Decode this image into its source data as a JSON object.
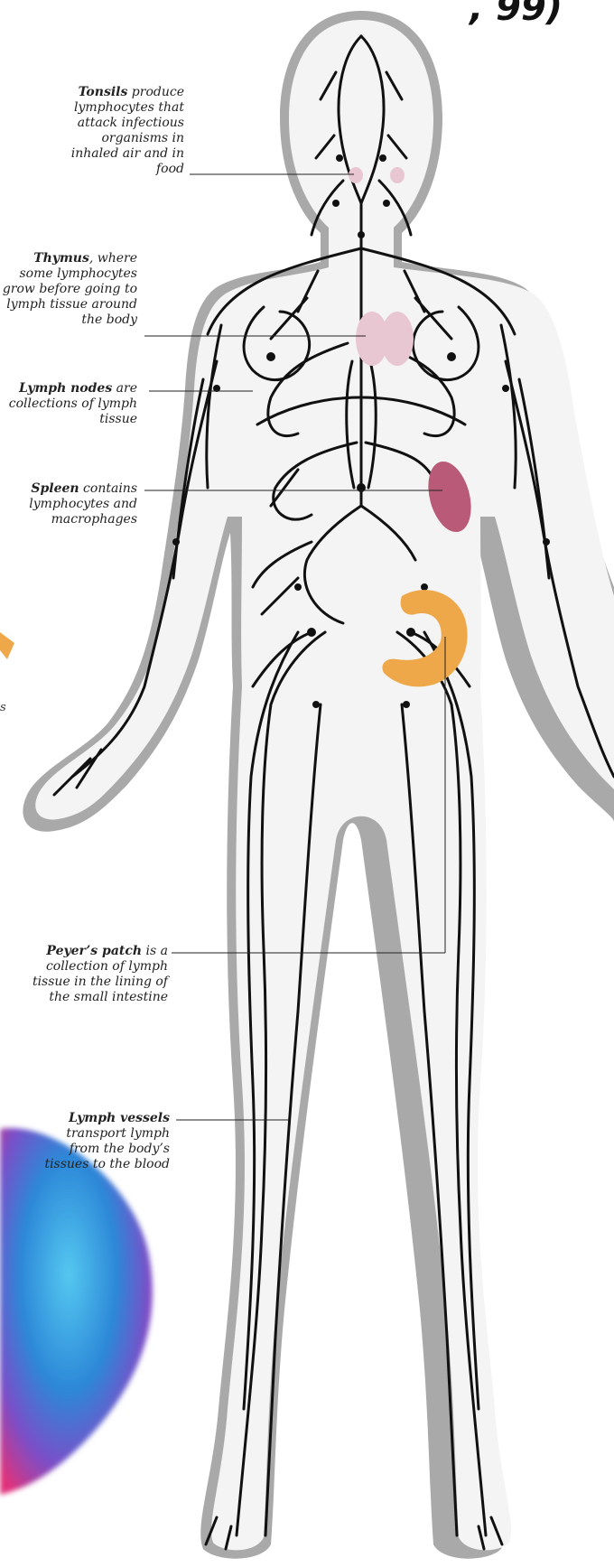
{
  "header": {
    "corner_fragment": ", 99)"
  },
  "side_fragment": "s",
  "labels": {
    "tonsils": {
      "term": "Tonsils",
      "text": " produce lymphocytes that attack infectious organisms in inhaled air and in food"
    },
    "thymus": {
      "term": "Thymus",
      "text": ", where some lymphocytes grow before going to lymph tissue around the body"
    },
    "nodes": {
      "term": "Lymph nodes",
      "text": " are collections of lymph tissue"
    },
    "spleen": {
      "term": "Spleen",
      "text": " contains lymphocytes and macrophages"
    },
    "peyer": {
      "term": "Peyer’s patch",
      "text": " is a collection of lymph tissue in the lining of the small intestine"
    },
    "vessels": {
      "term": "Lymph vessels",
      "text": " transport lymph from the body’s tissues to the blood"
    }
  },
  "colors": {
    "body_fill": "#f4f4f4",
    "body_shadow": "#a9a9a9",
    "vessel": "#111111",
    "thymus": "#e9c7d2",
    "spleen": "#b85a78",
    "intestine": "#eea84a",
    "cell_blue": "#2aa6e0",
    "cell_pink": "#e0327a"
  }
}
